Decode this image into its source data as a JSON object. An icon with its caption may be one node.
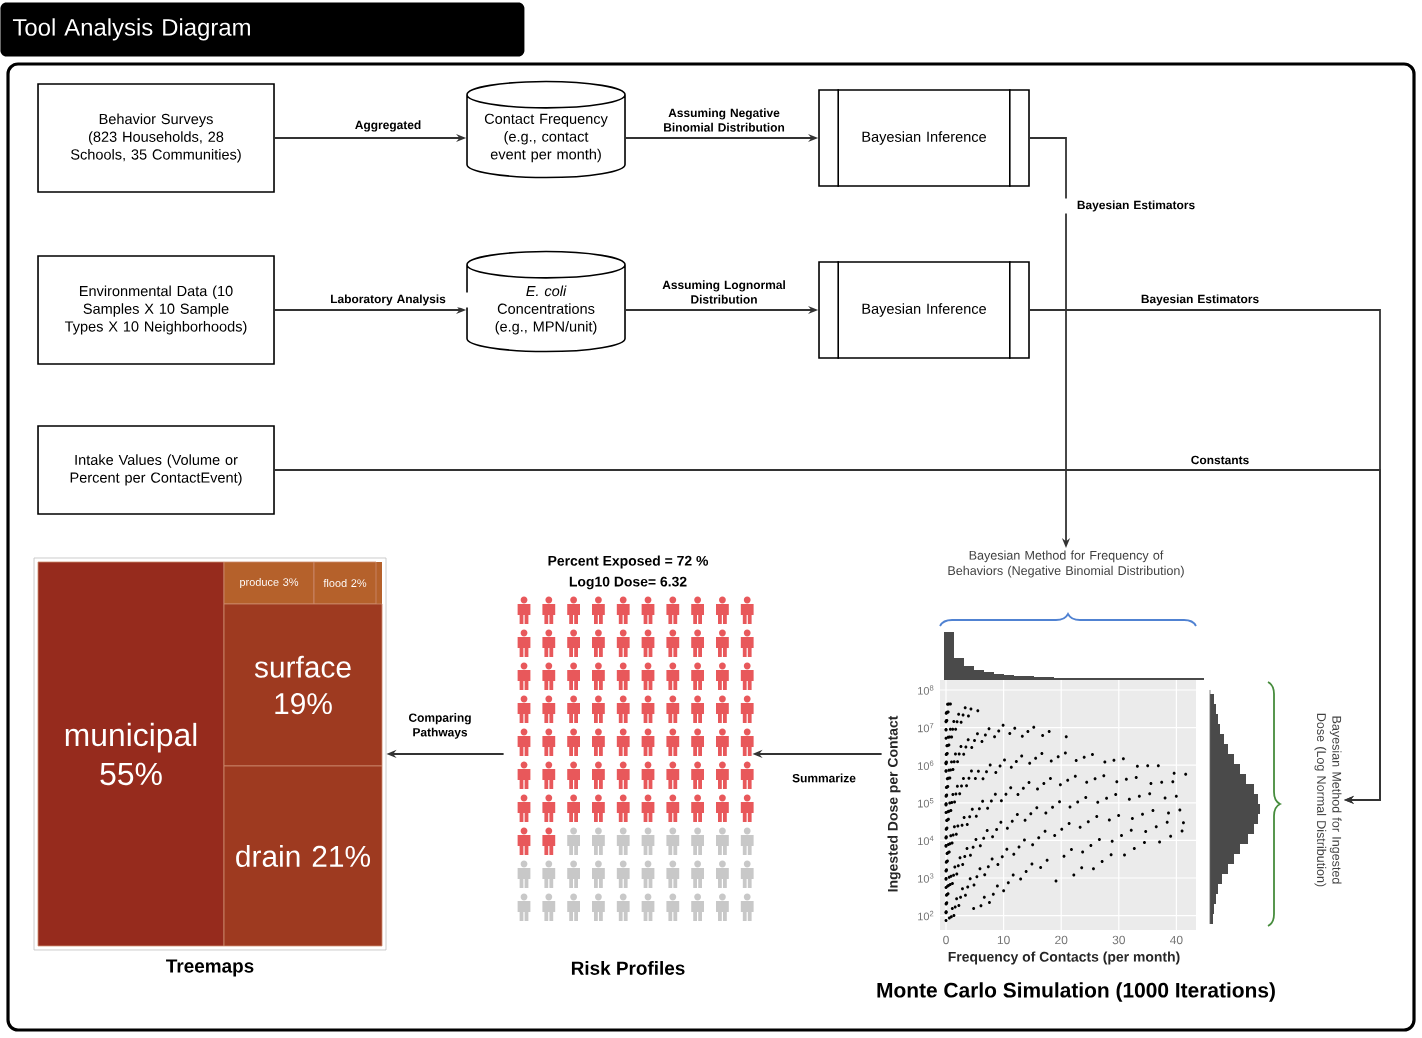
{
  "diagram": {
    "title": "Tool Analysis Diagram",
    "nodes": [
      {
        "text": [
          "Behavior Surveys (823 Households, 28 Schools, 35 Communities)"
        ]
      },
      {
        "text": [
          "Contact Frequency (e.g., contact event per month)"
        ]
      },
      {
        "text": [
          "Bayesian Inference"
        ]
      },
      {
        "text": [
          "Environmental Data (10 Samples X 10 Sample Types X 10 Neighborhoods)"
        ]
      },
      {
        "text": [
          "*E. coli* Concentrations (e.g., MPN/unit)"
        ]
      },
      {
        "text": [
          "Bayesian Inference"
        ]
      },
      {
        "text": [
          "Intake Values (Volume or Percent per ContactEvent)"
        ]
      },
      {
        "text": [
          "Bayesian Method for Frequency of Behaviors (Negative Binomial Distribution)"
        ]
      },
      {
        "text": [
          "Bayesian Method for Ingested Dose (Log Normal Distribution)"
        ]
      },
      {
        "text": [],
        "shape": "chart",
        "beside": [
          "Monte Carlo Simulation (1000 Iterations)"
        ]
      },
      {
        "text": [
          "Percent Exposed = 72 %",
          "Log10 Dose= 6.32"
        ],
        "beside": [
          "Risk Profiles"
        ]
      },
      {
        "text": [],
        "shape": "box",
        "beside": [
          "Treemaps"
        ]
      },
      {
        "text": [
          "municipal 55%"
        ],
        "in": 11
      },
      {
        "text": [
          "produce 3%"
        ],
        "in": 11
      },
      {
        "text": [
          "flood 2%"
        ],
        "in": 11
      },
      {
        "text": [
          "surface 19%"
        ],
        "in": 11
      },
      {
        "text": [
          "drain 21%"
        ],
        "in": 11
      }
    ],
    "edges": [
      {
        "from": 0,
        "to": 1,
        "arrow": "to",
        "label": "Aggregated"
      },
      {
        "from": 1,
        "to": 2,
        "arrow": "to",
        "label": "Assuming Negative Binomial Distribution"
      },
      {
        "from": 3,
        "to": 4,
        "arrow": "to",
        "label": "Laboratory Analysis"
      },
      {
        "from": 4,
        "to": 5,
        "arrow": "to",
        "label": "Assuming Lognormal Distribution"
      },
      {
        "from": 2,
        "to": 7,
        "arrow": "to",
        "label": "Bayesian Estimators"
      },
      {
        "from": 5,
        "to": 8,
        "arrow": "to",
        "label": "Bayesian Estimators"
      },
      {
        "from": 6,
        "to": 8,
        "arrow": "to",
        "label": "Constants"
      },
      {
        "from": 9,
        "to": 10,
        "arrow": "to",
        "label": "Summarize"
      },
      {
        "from": 10,
        "to": 11,
        "arrow": "to",
        "label": "Comparing Pathways"
      }
    ],
    "labels": [
      "Ingested Dose per Contact",
      "10$^{8}$",
      "10$^{7}$",
      "10$^{6}$",
      "10$^{5}$",
      "10$^{4}$",
      "10$^{3}$",
      "10$^{2}$",
      "0",
      "10",
      "20",
      "30",
      "40",
      "Frequency of Contacts (per month)"
    ]
  }
}
